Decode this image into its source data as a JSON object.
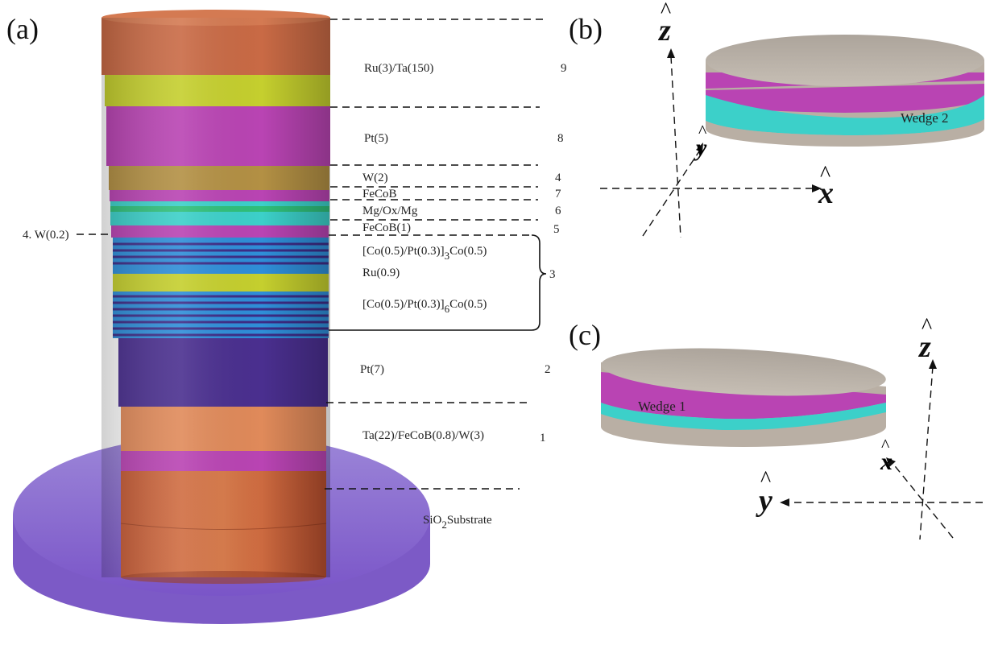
{
  "panels": {
    "a": "(a)",
    "b": "(b)",
    "c": "(c)"
  },
  "panel_a": {
    "layer_labels": [
      {
        "text": "Ru(3)/Ta(150)",
        "num": "9"
      },
      {
        "text": "Pt(5)",
        "num": "8"
      },
      {
        "text": "W(2)",
        "num": "4"
      },
      {
        "text": "FeCoB",
        "num": "7"
      },
      {
        "text": "Mg/Ox/Mg",
        "num": "6"
      },
      {
        "text": "FeCoB(1)",
        "num": "5"
      },
      {
        "text": "Pt(7)",
        "num": "2"
      },
      {
        "text": "Ta(22)/FeCoB(0.8)/W(3)",
        "num": "1"
      }
    ],
    "left_label": "4. W(0.2)",
    "saf_top": {
      "pre": "[Co(0.5)/Pt(0.3)]",
      "sub": "3",
      "post": "Co(0.5)"
    },
    "saf_mid": "Ru(0.9)",
    "saf_bottom": {
      "pre": "[Co(0.5)/Pt(0.3)]",
      "sub": "6",
      "post": "Co(0.5)"
    },
    "brace_num": "3",
    "substrate": {
      "pre": "SiO",
      "sub": "2",
      "post": "Substrate"
    }
  },
  "panel_b": {
    "wedge": "Wedge 2",
    "axis_z": "z",
    "axis_y": "y",
    "axis_x": "x",
    "hat": "^"
  },
  "panel_c": {
    "wedge": "Wedge 1",
    "axis_z": "z",
    "axis_x": "x",
    "axis_y": "y",
    "hat": "^"
  },
  "colors": {
    "ta_cap": "#c96a45",
    "yellow": "#c5cf2e",
    "magenta": "#b944b3",
    "w_gold": "#b39044",
    "cyan": "#3cd0c9",
    "green": "#2fbf7a",
    "blue": "#2f8ed8",
    "navy": "#3d2c86",
    "purple_pt": "#4a2f8f",
    "orange": "#e08a5a",
    "substrate": "#8f6bd1",
    "disk_grey": "#b9afa4"
  }
}
